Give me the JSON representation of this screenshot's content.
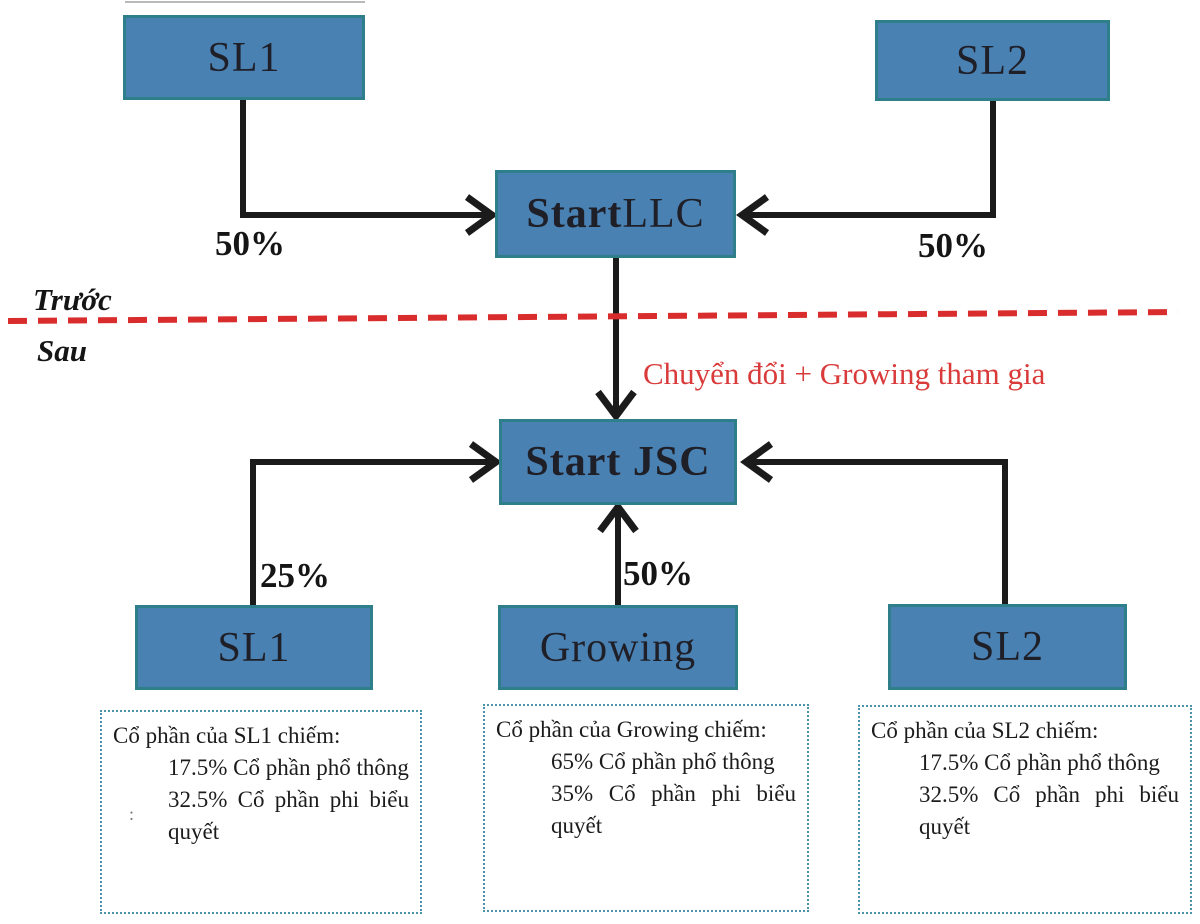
{
  "colors": {
    "node_fill": "#4a81b3",
    "node_border": "#2f7f8a",
    "node_text": "#1f1f28",
    "arrow": "#1b1b1b",
    "divider_red": "#d92d2d",
    "annotation_red": "#d93b3b",
    "note_border": "#4b93ab",
    "note_text": "#1c1c1c"
  },
  "divider": {
    "before_label": "Trước",
    "after_label": "Sau"
  },
  "annotation": "Chuyển đổi + Growing tham gia",
  "nodes": {
    "sl1_top": "SL1",
    "sl2_top": "SL2",
    "start_llc": {
      "bold": "Start",
      "rest": " LLC"
    },
    "start_jsc": "Start JSC",
    "sl1_bottom": "SL1",
    "growing": "Growing",
    "sl2_bottom": "SL2"
  },
  "edge_labels": {
    "sl1_to_llc": "50%",
    "sl2_to_llc": "50%",
    "sl1_to_jsc": "25%",
    "growing_to_jsc": "50%"
  },
  "notes": [
    {
      "title": "Cổ phần của SL1 chiếm:",
      "items": [
        "17.5% Cổ phần phổ thông",
        "32.5% Cổ phần phi biểu quyết"
      ]
    },
    {
      "title": "Cổ phần của Growing chiếm:",
      "items": [
        "65% Cổ phần phổ thông",
        "35% Cổ phần phi biểu quyết"
      ]
    },
    {
      "title": "Cổ phần của SL2 chiếm:",
      "items": [
        "17.5% Cổ phần phổ thông",
        "32.5% Cổ phần phi biểu quyết"
      ]
    }
  ],
  "artifact_mark": ":"
}
